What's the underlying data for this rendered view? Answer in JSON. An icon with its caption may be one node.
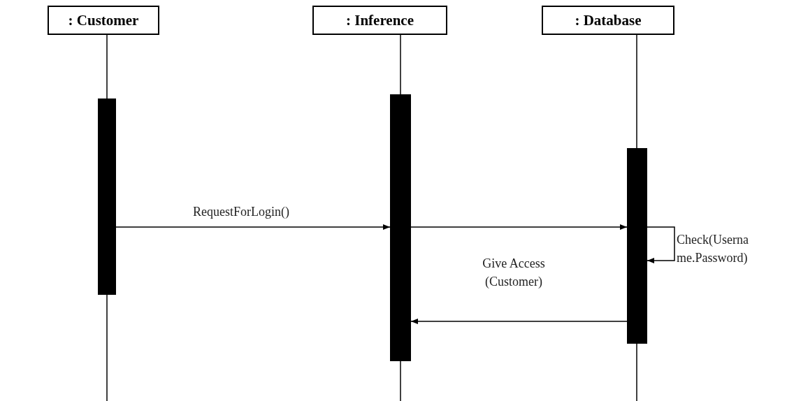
{
  "diagram": {
    "nodes": [
      {
        "text": [
          ": Customer"
        ]
      },
      {
        "text": [
          ": Inference"
        ]
      },
      {
        "text": [
          ": Database"
        ]
      },
      {
        "text": [],
        "shape": "bar"
      },
      {
        "text": [],
        "shape": "bar"
      },
      {
        "text": [],
        "shape": "bar"
      }
    ],
    "edges": [
      {
        "from": 3,
        "to": 4,
        "arrow": "to",
        "label": "RequestForLogin()"
      },
      {
        "from": 4,
        "to": 5,
        "arrow": "to"
      },
      {
        "from": 5,
        "to": 5,
        "arrow": "to",
        "label": "Check(Userna me.Password)"
      },
      {
        "from": 5,
        "to": 4,
        "arrow": "to",
        "label": "Give Access (Customer)"
      }
    ]
  }
}
